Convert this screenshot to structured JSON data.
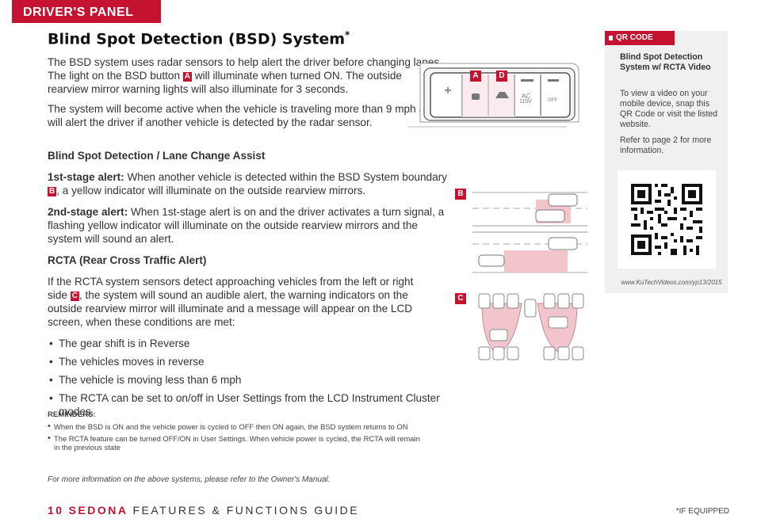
{
  "header": {
    "section": "DRIVER'S PANEL"
  },
  "title": {
    "main": "Blind Spot Detection (BSD) System",
    "mark": "*"
  },
  "intro": {
    "p1_a": "The BSD system uses radar sensors to help alert the driver before changing lanes. The light on the BSD button ",
    "p1_label": "A",
    "p1_b": " will illuminate when turned ON. The outside rearview mirror warning lights will also illuminate for 3 seconds.",
    "p2": "The system will become active when the vehicle is traveling more than 9 mph and will alert the driver if another vehicle is detected by the radar sensor."
  },
  "lca": {
    "heading": "Blind Spot Detection / Lane Change Assist",
    "stage1_lead": "1st-stage alert:",
    "stage1_a": " When another vehicle is detected within the BSD System boundary ",
    "stage1_label": "B",
    "stage1_b": ", a yellow indicator will illuminate on the outside rearview mirrors.",
    "stage2_lead": "2nd-stage alert:",
    "stage2_text": " When 1st-stage alert is on and the driver activates a turn signal, a flashing yellow indicator will illuminate on the outside rearview mirrors and the system will sound an alert."
  },
  "rcta": {
    "heading": "RCTA (Rear Cross Traffic Alert)",
    "text_a": "If the RCTA system sensors detect approaching vehicles from the left or right side ",
    "label": "C",
    "text_b": ", the system will sound an audible alert, the warning indicators on the outside rearview mirror will illuminate and a message will appear on the LCD screen, when these conditions are met:",
    "bullets": [
      "The gear shift is in Reverse",
      "The vehicles moves in reverse",
      "The vehicle is moving less than 6 mph",
      "The RCTA can be set to on/off in User Settings from the LCD Instrument Cluster modes."
    ]
  },
  "reminders": {
    "heading": "REMINDERS:",
    "items": [
      "When the BSD is ON and the vehicle power is cycled to OFF then ON again, the BSD system returns to ON",
      "The RCTA feature can be turned OFF/ON in User Settings. When vehicle power is cycled, the RCTA will remain in the previous state"
    ]
  },
  "footnote": "For more information on the above systems, please refer to the Owner's Manual.",
  "footer": {
    "page": "10",
    "model": "SEDONA",
    "guide": "FEATURES & FUNCTIONS GUIDE",
    "if_equipped": "*IF EQUIPPED"
  },
  "sidebar": {
    "tab": "QR CODE",
    "title": "Blind Spot Detection System w/ RCTA Video",
    "p1": "To view a video on your mobile device, snap this QR Code or visit the listed website.",
    "p2": "Refer to page 2 for more information.",
    "url": "www.KuTechVideos.com/yp13/2015"
  },
  "figure": {
    "markers": {
      "a": "A",
      "d": "D",
      "b": "B",
      "c": "C"
    },
    "button_labels": {
      "ac": "AC",
      "voltage": "115V",
      "off": "OFF"
    }
  },
  "colors": {
    "accent": "#c41230",
    "zone": "#f2c4cc"
  }
}
